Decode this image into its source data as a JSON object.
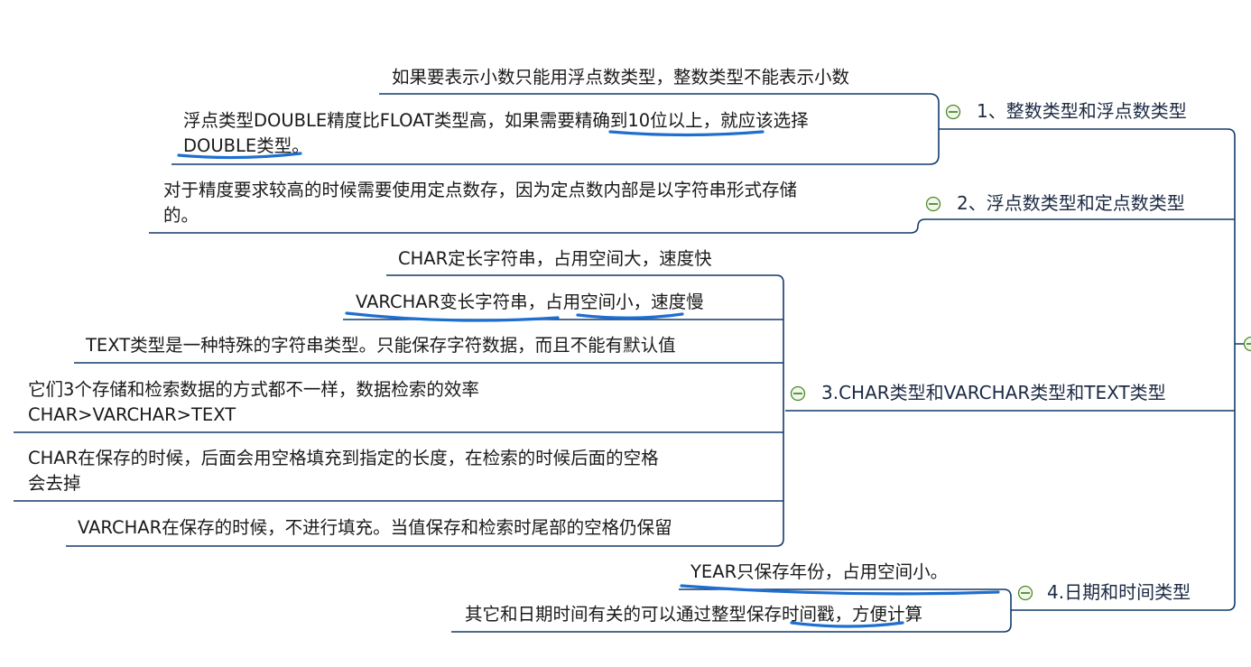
{
  "topics": {
    "t1": "1、整数类型和浮点数类型",
    "t2": "2、浮点数类型和定点数类型",
    "t3": "3.CHAR类型和VARCHAR类型和TEXT类型",
    "t4": "4.日期和时间类型"
  },
  "notes": {
    "n1": "如果要表示小数只能用浮点数类型，整数类型不能表示小数",
    "n2": [
      "浮点类型DOUBLE精度比FLOAT类型高，如果需要精确到10位以上，就应该选择",
      "DOUBLE类型。"
    ],
    "n3": [
      "对于精度要求较高的时候需要使用定点数存，因为定点数内部是以字符串形式存储",
      "的。"
    ],
    "n4": "CHAR定长字符串，占用空间大，速度快",
    "n5": "VARCHAR变长字符串，占用空间小，速度慢",
    "n6": "TEXT类型是一种特殊的字符串类型。只能保存字符数据，而且不能有默认值",
    "n7": [
      "它们3个存储和检索数据的方式都不一样，数据检索的效率",
      "CHAR>VARCHAR>TEXT"
    ],
    "n8": [
      "CHAR在保存的时候，后面会用空格填充到指定的长度，在检索的时候后面的空格",
      "会去掉"
    ],
    "n9": "VARCHAR在保存的时候，不进行填充。当值保存和检索时尾部的空格仍保留",
    "n10": "YEAR只保存年份，占用空间小。",
    "n11": "其它和日期时间有关的可以通过整型保存时间戳，方便计算"
  },
  "colors": {
    "line": "#123a6a",
    "highlight": "#1f6fd0",
    "toggle": "#4c8a2a"
  },
  "icons": {
    "toggle": "collapse-minus-icon"
  }
}
